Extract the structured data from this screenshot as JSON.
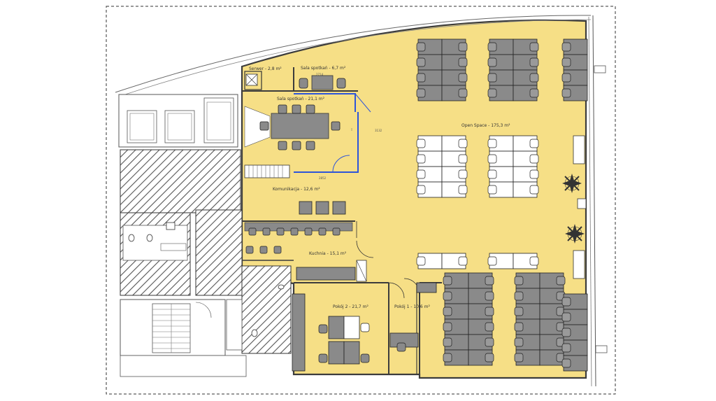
{
  "colors": {
    "floor": "#f6df86",
    "wall": "#3c3c3c",
    "hatch": "#555555",
    "desk_dark": "#8a8a8a",
    "desk_light": "#ffffff",
    "glass": "#2e55d9",
    "background": "#ffffff"
  },
  "rooms": {
    "server": "Serwer - 2,8 m²",
    "meeting_small": "Sala spotkań - 6,7 m²",
    "meeting_large": "Sala spotkań - 21,1 m²",
    "open_space": "Open Space - 175,3 m²",
    "communication": "Komunikacja - 12,6 m²",
    "kitchen": "Kuchnia - 15,1 m²",
    "room2": "Pokój 2 - 21,7 m²",
    "room1": "Pokój 1 - 10,6 m²"
  },
  "dimensions": {
    "d1": "2714",
    "d2": "3132",
    "d3": "2852"
  },
  "icons": [
    "chair-icon",
    "desk-icon",
    "plant-icon",
    "toilet-icon",
    "sink-icon",
    "stairs-icon",
    "door-icon"
  ]
}
